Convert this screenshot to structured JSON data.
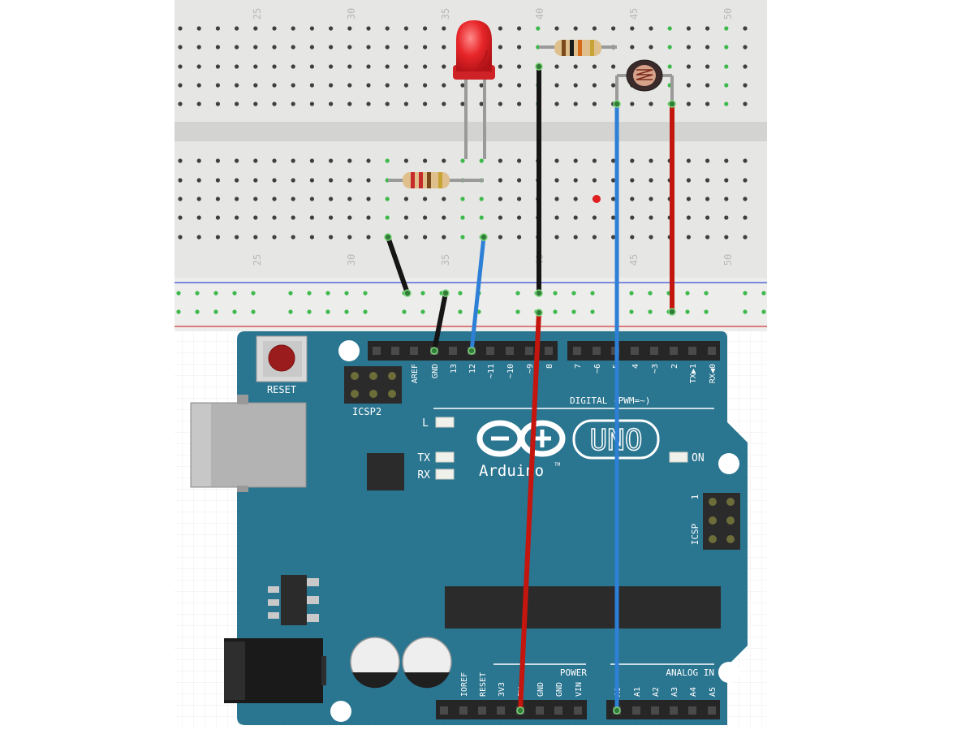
{
  "breadboard": {
    "column_numbers": [
      "25",
      "30",
      "35",
      "40",
      "45",
      "50"
    ]
  },
  "arduino": {
    "reset_label": "RESET",
    "icsp2_label": "ICSP2",
    "icsp_label": "ICSP",
    "icsp_pin1": "1",
    "led_l": "L",
    "led_tx": "TX",
    "led_rx": "RX",
    "led_on": "ON",
    "brand": "Arduino",
    "trademark": "TM",
    "model": "UNO",
    "digital_label": "DIGITAL (PWM=~)",
    "power_label": "POWER",
    "analog_label": "ANALOG IN",
    "digital_pins": [
      "AREF",
      "GND",
      "13",
      "12",
      "~11",
      "~10",
      "~9",
      "8",
      "7",
      "~6",
      "~5",
      "4",
      "~3",
      "2",
      "TX▶1",
      "RX◀0"
    ],
    "power_pins": [
      "IOREF",
      "RESET",
      "3V3",
      "5V",
      "GND",
      "GND",
      "VIN"
    ],
    "analog_pins": [
      "A0",
      "A1",
      "A2",
      "A3",
      "A4",
      "A5"
    ]
  },
  "colors": {
    "board_blue": "#2A7590",
    "board_dark": "#1d5f78",
    "breadboard": "#e6e6e4",
    "hole": "#3f3f3f",
    "hole_connected": "#3cb94a",
    "wire_black": "#151515",
    "wire_red": "#c4160f",
    "wire_blue": "#2e7fd6",
    "led_red": "#e8262a"
  }
}
